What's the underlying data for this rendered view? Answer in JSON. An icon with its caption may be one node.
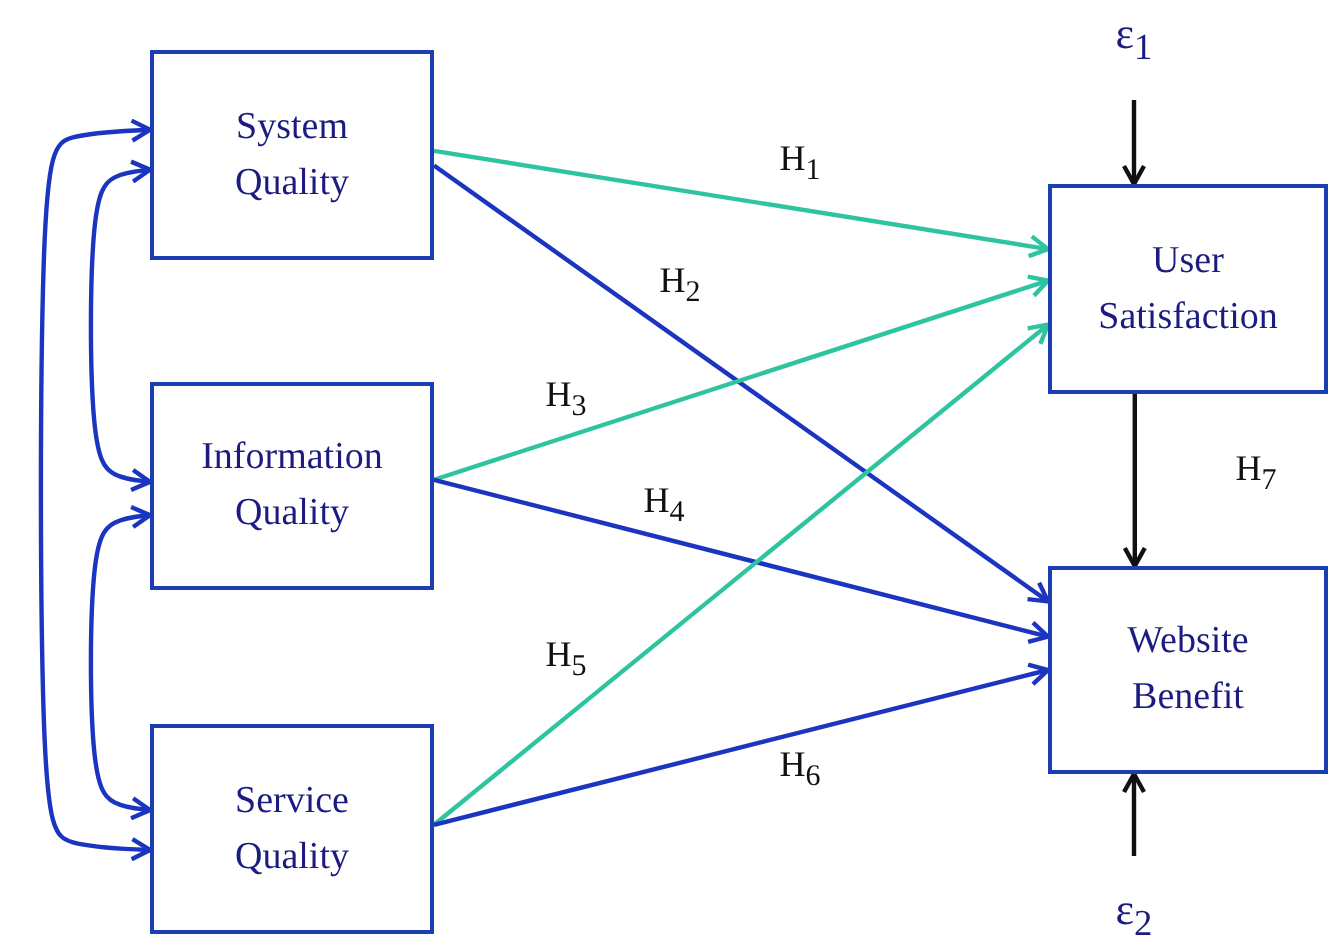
{
  "diagram": {
    "nodes": [
      {
        "text": [
          "System Quality"
        ]
      },
      {
        "text": [
          "Information Quality"
        ]
      },
      {
        "text": [
          "Service Quality"
        ]
      },
      {
        "text": [
          "User Satisfaction"
        ]
      },
      {
        "text": [
          "Website Benefit"
        ]
      },
      {
        "text": [
          "ε$_{1}$"
        ]
      },
      {
        "text": [
          "ε$_{2}$"
        ]
      }
    ],
    "edges": [
      {
        "from": 0,
        "to": 3,
        "arrow": "to",
        "label": "H$_{1}$",
        "color": "#2ec4a0"
      },
      {
        "from": 0,
        "to": 4,
        "arrow": "to",
        "label": "H$_{2}$"
      },
      {
        "from": 1,
        "to": 3,
        "arrow": "to",
        "label": "H$_{3}$",
        "color": "#2ec4a0"
      },
      {
        "from": 1,
        "to": 4,
        "arrow": "to",
        "label": "H$_{4}$"
      },
      {
        "from": 2,
        "to": 3,
        "arrow": "to",
        "label": "H$_{5}$",
        "color": "#2ec4a0"
      },
      {
        "from": 2,
        "to": 4,
        "arrow": "to",
        "label": "H$_{6}$"
      },
      {
        "from": 3,
        "to": 4,
        "arrow": "to",
        "label": "H$_{7}$",
        "color": "#111111"
      },
      {
        "from": 5,
        "to": 3,
        "arrow": "to",
        "color": "#111111"
      },
      {
        "from": 6,
        "to": 4,
        "arrow": "to",
        "color": "#111111"
      },
      {
        "from": 0,
        "to": 1,
        "arrow": "both"
      },
      {
        "from": 1,
        "to": 2,
        "arrow": "both"
      },
      {
        "from": 0,
        "to": 2,
        "arrow": "both"
      }
    ]
  }
}
